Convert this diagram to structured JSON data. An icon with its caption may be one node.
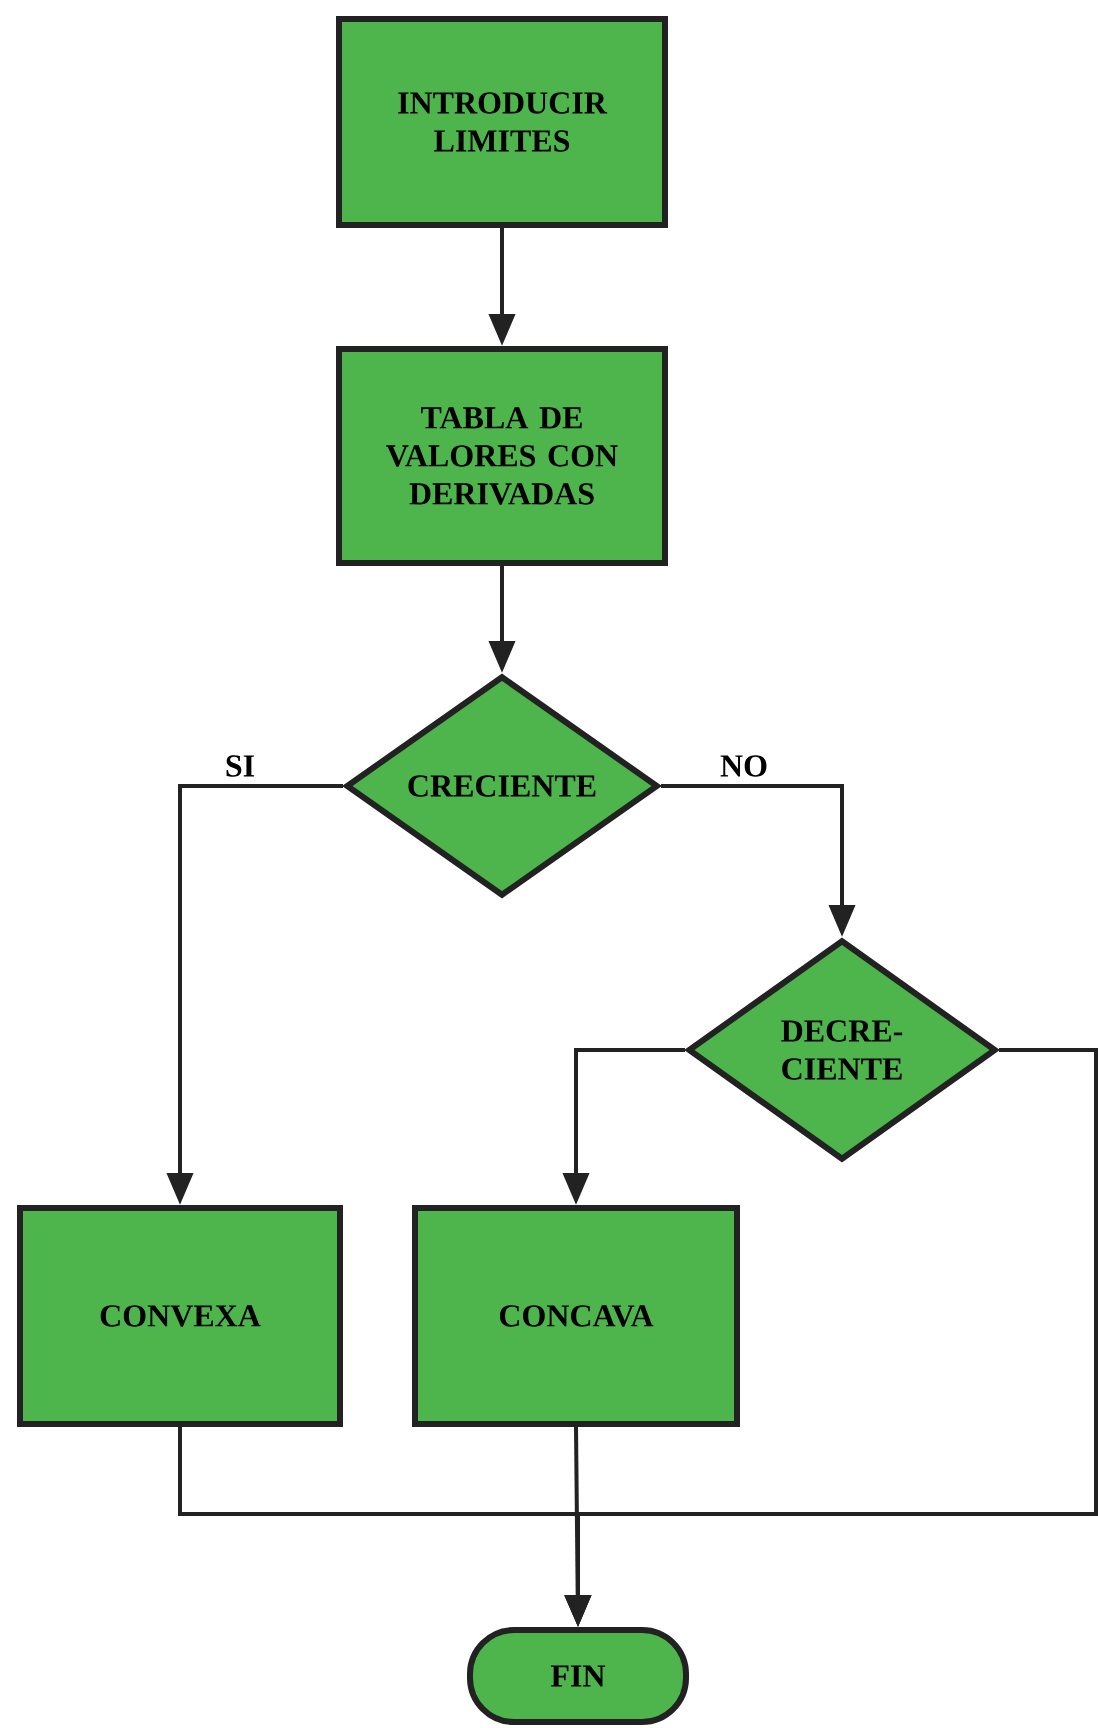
{
  "diagram": {
    "nodes": [
      {
        "text": [
          "INTRODUCIR LIMITES"
        ]
      },
      {
        "text": [
          "TABLA DE VALORES CON DERIVADAS"
        ]
      },
      {
        "text": [
          "CRECIENTE"
        ]
      },
      {
        "text": [
          "DECRE- CIENTE"
        ]
      },
      {
        "text": [
          "CONVEXA"
        ]
      },
      {
        "text": [
          "CONCAVA"
        ]
      },
      {
        "text": [
          "FIN"
        ]
      }
    ],
    "edges": [
      {
        "from": 0,
        "to": 1,
        "arrow": "to"
      },
      {
        "from": 1,
        "to": 2,
        "arrow": "to"
      },
      {
        "from": 2,
        "to": 4,
        "arrow": "to",
        "label": "SI"
      },
      {
        "from": 2,
        "to": 3,
        "arrow": "to",
        "label": "NO"
      },
      {
        "from": 3,
        "to": 5,
        "arrow": "to"
      },
      {
        "from": 4,
        "to": 6,
        "arrow": "to"
      },
      {
        "from": 5,
        "to": 6,
        "arrow": "to"
      },
      {
        "from": 3,
        "to": 6,
        "arrow": "to"
      }
    ]
  }
}
